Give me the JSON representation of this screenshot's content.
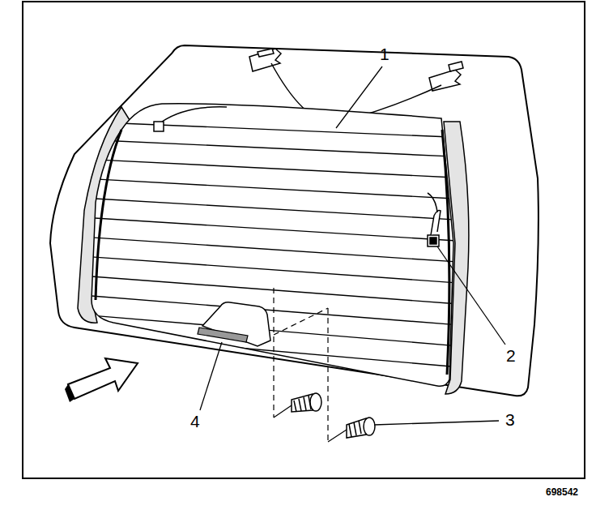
{
  "diagram": {
    "labels": [
      "1",
      "2",
      "3",
      "4",
      "698542"
    ]
  }
}
